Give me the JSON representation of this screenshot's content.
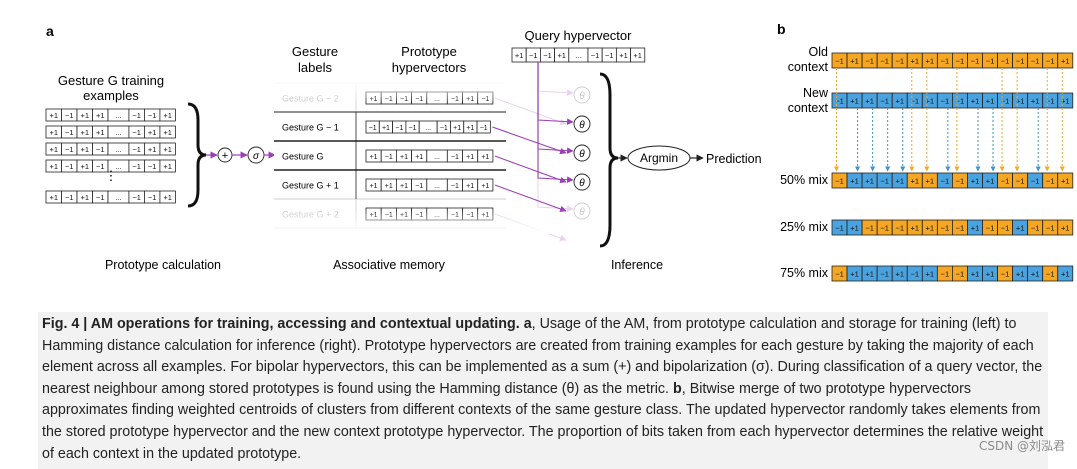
{
  "panel_a": {
    "label": "a",
    "training_title_1": "Gesture G training",
    "training_title_2": "examples",
    "example_rows": [
      [
        "+1",
        "−1",
        "+1",
        "+1",
        "...",
        "−1",
        "−1",
        "+1"
      ],
      [
        "+1",
        "−1",
        "+1",
        "+1",
        "...",
        "−1",
        "+1",
        "+1"
      ],
      [
        "+1",
        "−1",
        "+1",
        "−1",
        "...",
        "−1",
        "+1",
        "+1"
      ],
      [
        "+1",
        "−1",
        "+1",
        "−1",
        "...",
        "−1",
        "−1",
        "+1"
      ]
    ],
    "vdots": "⋮",
    "plus_op": "+",
    "sigma_op": "σ",
    "theta_op": "θ",
    "prototype_calc_label": "Prototype calculation",
    "gesture_labels_header_1": "Gesture",
    "gesture_labels_header_2": "labels",
    "prototype_header_1": "Prototype",
    "prototype_header_2": "hypervectors",
    "memory_rows": [
      {
        "label": "Gesture G − 2",
        "cells": [
          "+1",
          "−1",
          "−1",
          "−1",
          "...",
          "−1",
          "+1",
          "−1"
        ],
        "faded": true
      },
      {
        "label": "Gesture G − 1",
        "cells": [
          "−1",
          "+1",
          "−1",
          "−1",
          "...",
          "−1",
          "+1",
          "+1",
          "−1"
        ],
        "faded": false
      },
      {
        "label": "Gesture G",
        "cells": [
          "+1",
          "−1",
          "+1",
          "+1",
          "...",
          "−1",
          "+1",
          "+1"
        ],
        "faded": false
      },
      {
        "label": "Gesture G + 1",
        "cells": [
          "+1",
          "+1",
          "+1",
          "−1",
          "...",
          "−1",
          "+1",
          "+1"
        ],
        "faded": false
      },
      {
        "label": "Gesture G + 2",
        "cells": [
          "+1",
          "−1",
          "+1",
          "−1",
          "...",
          "−1",
          "−1",
          "+1"
        ],
        "faded": true
      }
    ],
    "assoc_memory_label": "Associative memory",
    "query_title": "Query hypervector",
    "query_cells": [
      "+1",
      "−1",
      "−1",
      "+1",
      "...",
      "−1",
      "−1",
      "+1",
      "+1"
    ],
    "argmin": "Argmin",
    "prediction": "Prediction",
    "inference_label": "Inference"
  },
  "panel_b": {
    "label": "b",
    "old_context_1": "Old",
    "old_context_2": "context",
    "new_context_1": "New",
    "new_context_2": "context",
    "old_cells": [
      "−1",
      "+1",
      "−1",
      "−1",
      "−1",
      "+1",
      "+1",
      "−1",
      "−1",
      "−1",
      "−1",
      "−1",
      "−1",
      "−1",
      "−1",
      "+1"
    ],
    "new_cells": [
      "−1",
      "+1",
      "+1",
      "−1",
      "+1",
      "−1",
      "+1",
      "−1",
      "−1",
      "+1",
      "+1",
      "−1",
      "+1",
      "+1",
      "−1",
      "+1"
    ],
    "mixes": [
      {
        "label": "50% mix",
        "cells": [
          "−1",
          "+1",
          "+1",
          "−1",
          "+1",
          "+1",
          "+1",
          "−1",
          "−1",
          "+1",
          "+1",
          "−1",
          "−1",
          "−1",
          "−1",
          "+1"
        ],
        "source": [
          "o",
          "n",
          "n",
          "n",
          "n",
          "o",
          "o",
          "n",
          "o",
          "n",
          "n",
          "o",
          "o",
          "n",
          "o",
          "o"
        ]
      },
      {
        "label": "25% mix",
        "cells": [
          "−1",
          "+1",
          "−1",
          "−1",
          "−1",
          "+1",
          "+1",
          "−1",
          "−1",
          "+1",
          "−1",
          "−1",
          "+1",
          "−1",
          "−1",
          "+1"
        ],
        "source": [
          "n",
          "n",
          "o",
          "o",
          "o",
          "o",
          "o",
          "o",
          "o",
          "n",
          "o",
          "o",
          "n",
          "o",
          "o",
          "o"
        ]
      },
      {
        "label": "75% mix",
        "cells": [
          "−1",
          "+1",
          "+1",
          "−1",
          "+1",
          "−1",
          "+1",
          "−1",
          "−1",
          "+1",
          "+1",
          "−1",
          "+1",
          "+1",
          "−1",
          "+1"
        ],
        "source": [
          "o",
          "n",
          "n",
          "n",
          "n",
          "n",
          "n",
          "o",
          "o",
          "n",
          "n",
          "o",
          "n",
          "n",
          "o",
          "n"
        ]
      }
    ]
  },
  "colors": {
    "old": "#f5a623",
    "new": "#4aa3df",
    "arrow_purple": "#9b3fb5",
    "arrow_orange": "#f5a623",
    "arrow_blue": "#3a8fd0",
    "caption_bg": "#f2f2f2"
  },
  "caption": {
    "fig_num": "Fig. 4 | AM operations for training, accessing and contextual updating.",
    "a_label": "a",
    "text_a": ", Usage of the AM, from prototype calculation and storage for training (left) to Hamming distance calculation for inference (right). Prototype hypervectors are created from training examples for each gesture by taking the majority of each element across all examples. For bipolar hypervectors, this can be implemented as a sum (+) and bipolarization (σ). During classification of a query vector, the nearest neighbour among stored prototypes is found using the Hamming distance (θ) as the metric.",
    "b_label": "b",
    "text_b": ", Bitwise merge of two prototype hypervectors approximates finding weighted centroids of clusters from different contexts of the same gesture class. The updated hypervector randomly takes elements from the stored prototype hypervector and the new context prototype hypervector. The proportion of bits taken from each hypervector determines the relative weight of each context in the updated prototype."
  },
  "watermark": "CSDN @刘泓君"
}
